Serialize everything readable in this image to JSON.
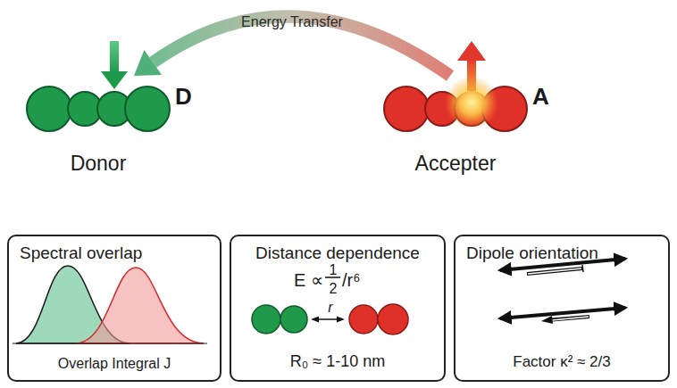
{
  "diagram": {
    "nodes": [
      {
        "text": [
          "D",
          "Donor"
        ]
      },
      {
        "text": [
          "A",
          "Accepter"
        ]
      },
      {
        "text": [
          "Spectral overlap",
          "Overlap Integral J"
        ]
      },
      {
        "text": [
          "Distance dependence",
          "E ∝",
          "1",
          "2",
          "/r⁶",
          "r",
          "R₀ ≈ 1-10 nm"
        ]
      },
      {
        "text": [
          "Dipole orientation",
          "Factor κ² ≈ 2/3"
        ]
      }
    ],
    "edges": [
      {
        "from": 1,
        "to": 0,
        "label": "Energy Transfer",
        "arrow": "to"
      }
    ]
  }
}
